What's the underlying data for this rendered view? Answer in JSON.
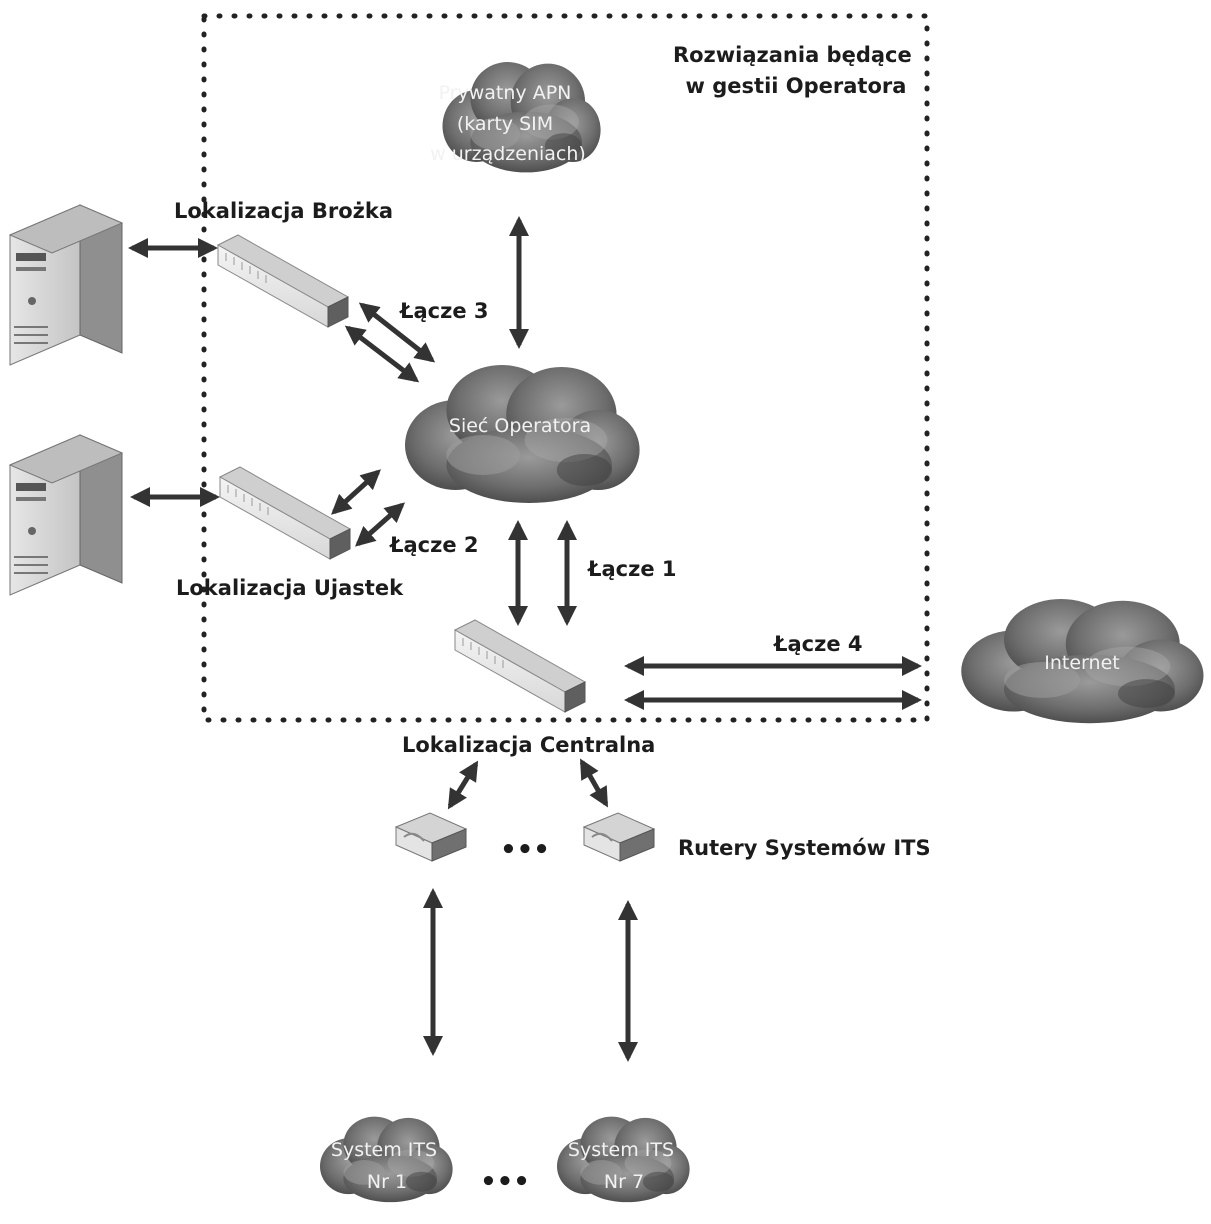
{
  "operator_zone_label": [
    "Rozwiązania będące",
    "w gestii Operatora"
  ],
  "clouds": {
    "apn": [
      "Prywatny APN",
      "(karty SIM",
      "w urządzeniach)"
    ],
    "operator": [
      "Sieć Operatora"
    ],
    "internet": [
      "Internet"
    ],
    "its1": [
      "System ITS",
      "Nr 1"
    ],
    "its7": [
      "System ITS",
      "Nr 7"
    ]
  },
  "labels": {
    "brozek": "Lokalizacja Brożka",
    "ujastek": "Lokalizacja Ujastek",
    "central": "Lokalizacja Centralna",
    "routers": "Rutery Systemów ITS",
    "link1": "Łącze 1",
    "link2": "Łącze 2",
    "link3": "Łącze 3",
    "link4": "Łącze 4"
  },
  "ellipsis": "•••",
  "icons": {
    "server": "server-icon",
    "switch": "network-switch-icon",
    "router": "router-icon",
    "cloud": "cloud-icon"
  },
  "colors": {
    "cloud_dark": "#5a5a5a",
    "cloud_mid": "#8a8a8a",
    "cloud_light": "#b8b8b8",
    "arrow": "#333333",
    "text": "#1c1c1c"
  }
}
